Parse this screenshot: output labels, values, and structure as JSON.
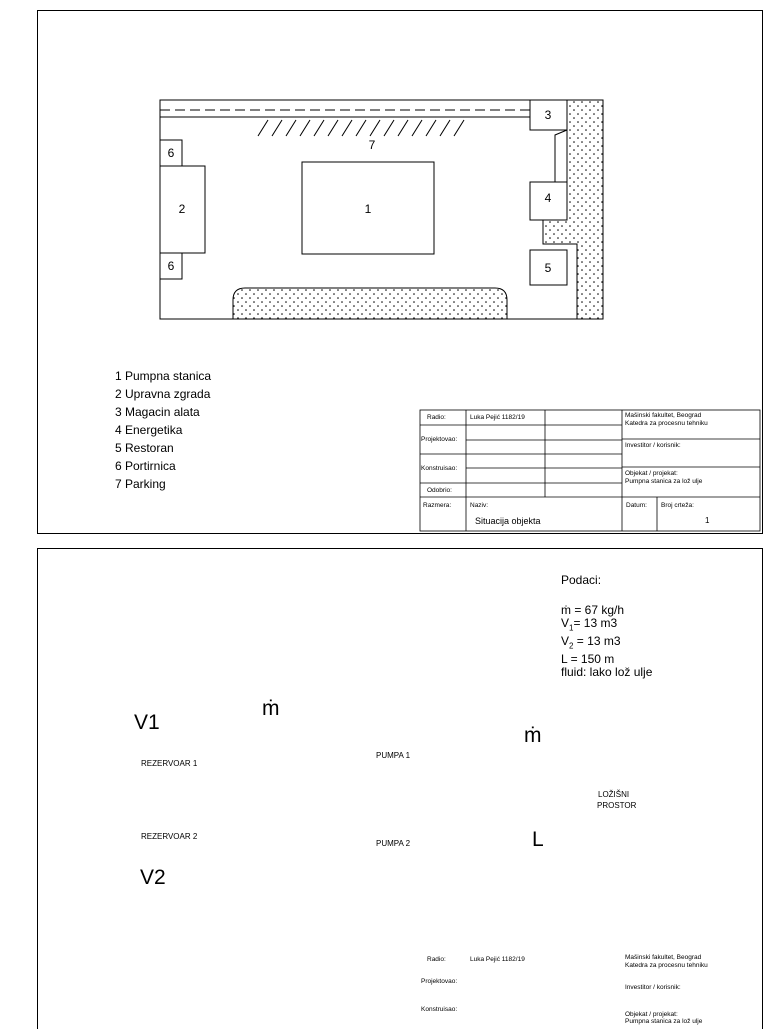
{
  "sheet1": {
    "site": {
      "labels": [
        "1",
        "2",
        "3",
        "4",
        "5",
        "6",
        "6",
        "7"
      ]
    },
    "legend": [
      "1  Pumpna stanica",
      "2  Upravna zgrada",
      "3  Magacin alata",
      "4  Energetika",
      "5  Restoran",
      "6  Portirnica",
      "7  Parking"
    ]
  },
  "sheet2": {
    "podaci": {
      "heading": "Podaci:",
      "m_dot": "ṁ = 67 kg/h",
      "v1_prefix": "V",
      "v1_sub": "1",
      "v1_rest": "= 13 m3",
      "v2_prefix": "V",
      "v2_sub": "2",
      "v2_rest": " = 13 m3",
      "L": "L = 150 m",
      "fluid": "fluid: lako lož ulje"
    },
    "diagram": {
      "v1": "V1",
      "v2": "V2",
      "m1": "ṁ",
      "m2": "ṁ",
      "rez1": "REZERVOAR 1",
      "rez2": "REZERVOAR 2",
      "pumpa1": "PUMPA 1",
      "pumpa2": "PUMPA 2",
      "lozisni1": "LOŽIŠNI",
      "lozisni2": "PROSTOR",
      "L": "L"
    }
  },
  "titleblock1": {
    "radio": "Radio:",
    "author": "Luka Pejić 1182/19",
    "projektovao": "Projektovao:",
    "konstruisao": "Konstruisao:",
    "odobrio": "Odobrio:",
    "razmera": "Razmera:",
    "naziv": "Naziv:",
    "title": "Situacija objekta",
    "datum": "Datum:",
    "broj": "Broj crteža:",
    "number": "1",
    "faculty1": "Mašinski fakultet, Beograd",
    "faculty2": "Katedra za procesnu tehniku",
    "investitor": "Investitor / korisnik:",
    "objekat1": "Objekat / projekat:",
    "objekat2": "Pumpna stanica za lož ulje"
  },
  "titleblock2": {
    "radio": "Radio:",
    "author": "Luka Pejić 1182/19",
    "projektovao": "Projektovao:",
    "konstruisao": "Konstruisao:",
    "faculty1": "Mašinski fakultet, Beograd",
    "faculty2": "Katedra za procesnu tehniku",
    "investitor": "Investitor / korisnik:",
    "objekat1": "Objekat / projekat:",
    "objekat2": "Pumpna stanica za lož ulje"
  }
}
